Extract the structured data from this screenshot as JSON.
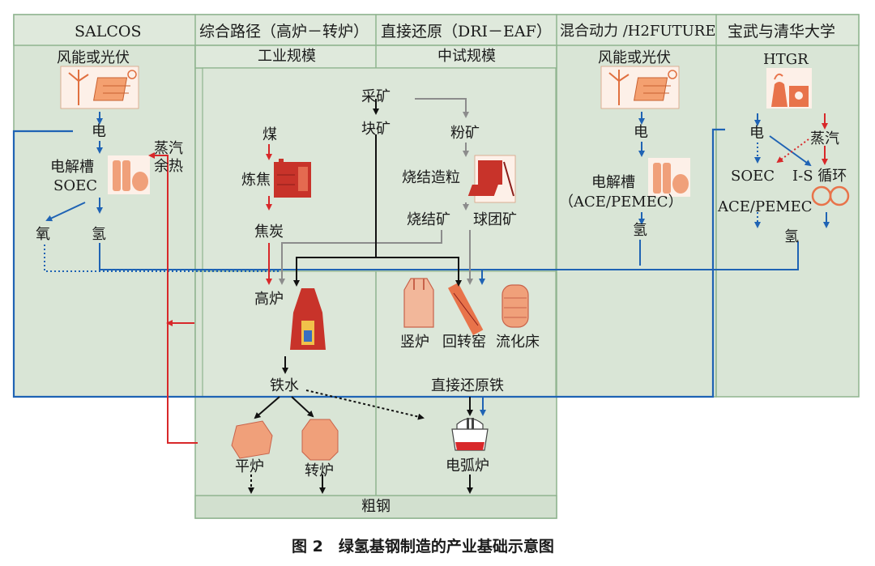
{
  "columns": {
    "salcos": "SALCOS",
    "bf_bof": "综合路径（高炉－转炉）",
    "dri_eaf": "直接还原（DRI－EAF）",
    "h2future": "混合动力 /H2FUTURE",
    "baowu": "宝武与清华大学"
  },
  "scales": {
    "industrial": "工业规模",
    "pilot": "中试规模"
  },
  "salcos": {
    "source": "风能或光伏",
    "electricity": "电",
    "electrolyzer_line1": "电解槽",
    "electrolyzer_line2": "SOEC",
    "waste_heat_line1": "蒸汽",
    "waste_heat_line2": "余热",
    "oxygen": "氧",
    "hydrogen": "氢"
  },
  "bf_bof": {
    "coal": "煤",
    "coking": "炼焦",
    "coke": "焦炭",
    "blast_furnace": "高炉",
    "hot_metal": "铁水",
    "open_hearth": "平炉",
    "converter": "转炉"
  },
  "center": {
    "mining": "采矿",
    "lump_ore": "块矿",
    "fines": "粉矿",
    "sintering": "烧结造粒",
    "sinter": "烧结矿",
    "pellet": "球团矿"
  },
  "dri_eaf": {
    "shaft_furnace": "竖炉",
    "rotary_kiln": "回转窑",
    "fluidized_bed": "流化床",
    "dri": "直接还原铁",
    "eaf": "电弧炉"
  },
  "h2future": {
    "source": "风能或光伏",
    "electricity": "电",
    "electrolyzer_line1": "电解槽",
    "electrolyzer_line2": "（ACE/PEMEC）",
    "hydrogen": "氢"
  },
  "baowu": {
    "source": "HTGR",
    "electricity": "电",
    "steam": "蒸汽",
    "soec": "SOEC",
    "is_cycle": "I-S 循环",
    "ace_pemec": "ACE/PEMEC",
    "hydrogen": "氢"
  },
  "crude_steel": "粗钢",
  "caption": "图 2　绿氢基钢制造的产业基础示意图",
  "colors": {
    "panel_fill": "#d9e5d6",
    "panel_border": "#8fb48f",
    "header_fill": "#dfe9dc",
    "arrow_black": "#111111",
    "arrow_gray": "#8c8c8c",
    "arrow_red": "#d8282a",
    "arrow_blue": "#1f63b4",
    "equipment": "#e8734a"
  }
}
